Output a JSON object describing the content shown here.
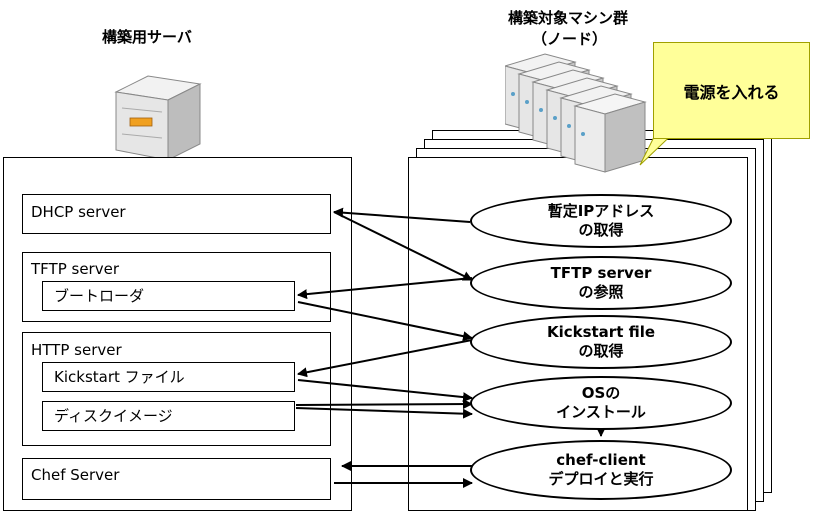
{
  "build_server": {
    "title": "構築用サーバ",
    "items": [
      {
        "label": "DHCP server"
      },
      {
        "label": "TFTP server",
        "sub": [
          "ブートローダ"
        ]
      },
      {
        "label": "HTTP server",
        "sub": [
          "Kickstart ファイル",
          "ディスクイメージ"
        ]
      },
      {
        "label": "Chef Server"
      }
    ]
  },
  "target_nodes": {
    "title_line1": "構築対象マシン群",
    "title_line2": "（ノード）",
    "callout": "電源を入れる",
    "steps": [
      {
        "line1": "暫定IPアドレス",
        "line2": "の取得"
      },
      {
        "line1": "TFTP server",
        "line2": "の参照"
      },
      {
        "line1": "Kickstart file",
        "line2": "の取得"
      },
      {
        "line1": "OSの",
        "line2": "インストール"
      },
      {
        "line1": "chef-client",
        "line2": "デプロイと実行"
      }
    ]
  },
  "colors": {
    "callout_fill": "#ffff99",
    "server_body": "#e8e8e8"
  }
}
